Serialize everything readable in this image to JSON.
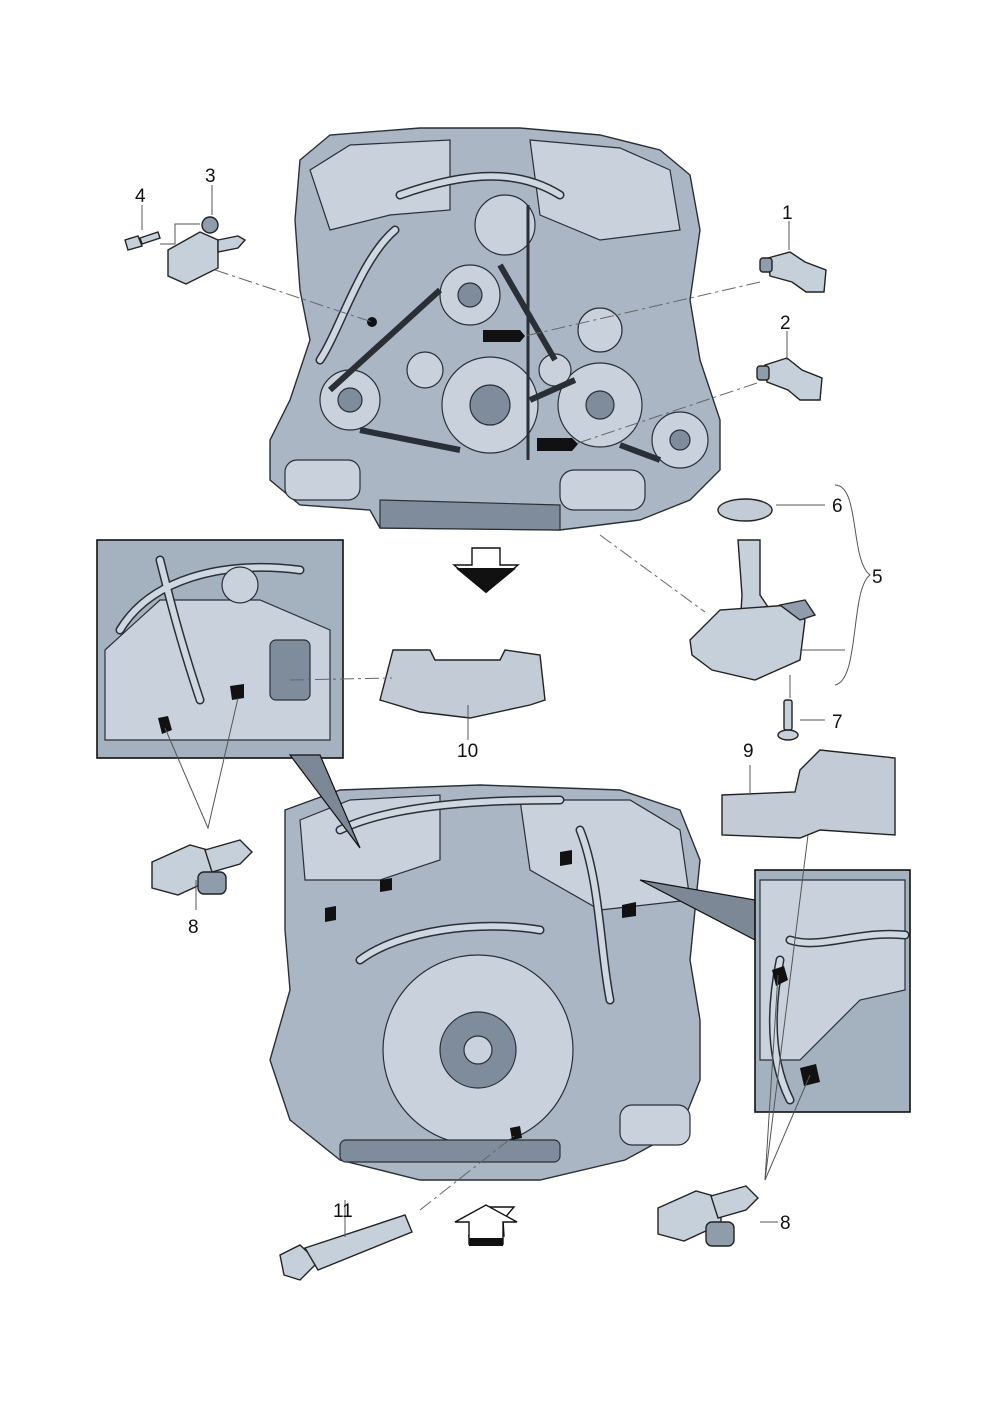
{
  "diagram": {
    "callouts": [
      {
        "id": "1",
        "label": "1"
      },
      {
        "id": "2",
        "label": "2"
      },
      {
        "id": "3",
        "label": "3"
      },
      {
        "id": "4",
        "label": "4"
      },
      {
        "id": "5",
        "label": "5"
      },
      {
        "id": "6",
        "label": "6"
      },
      {
        "id": "7",
        "label": "7"
      },
      {
        "id": "8a",
        "label": "8"
      },
      {
        "id": "8b",
        "label": "8"
      },
      {
        "id": "9",
        "label": "9"
      },
      {
        "id": "10",
        "label": "10"
      },
      {
        "id": "11",
        "label": "11"
      }
    ],
    "colors": {
      "engine": "#aab6c4",
      "engine_light": "#c9d2dc",
      "engine_dark": "#7f8c9b",
      "outline": "#2a2f36",
      "background": "#ffffff"
    }
  }
}
